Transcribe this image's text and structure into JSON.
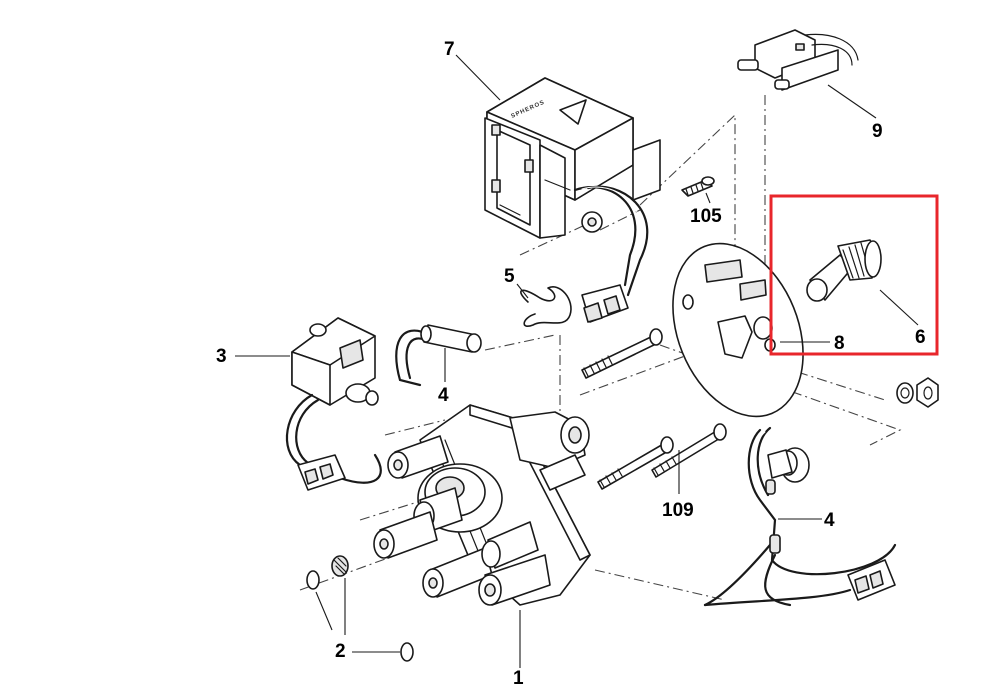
{
  "diagram": {
    "callouts": [
      {
        "id": "c7",
        "label": "7"
      },
      {
        "id": "c9",
        "label": "9"
      },
      {
        "id": "c105",
        "label": "105"
      },
      {
        "id": "c5",
        "label": "5"
      },
      {
        "id": "c8",
        "label": "8"
      },
      {
        "id": "c6",
        "label": "6"
      },
      {
        "id": "c3",
        "label": "3"
      },
      {
        "id": "c4a",
        "label": "4"
      },
      {
        "id": "c4b",
        "label": "4"
      },
      {
        "id": "c109",
        "label": "109"
      },
      {
        "id": "c2",
        "label": "2"
      },
      {
        "id": "c1",
        "label": "1"
      }
    ],
    "brand_mark": "SPHEROS",
    "highlight": {
      "part": "6",
      "color": "#e8262b"
    }
  }
}
